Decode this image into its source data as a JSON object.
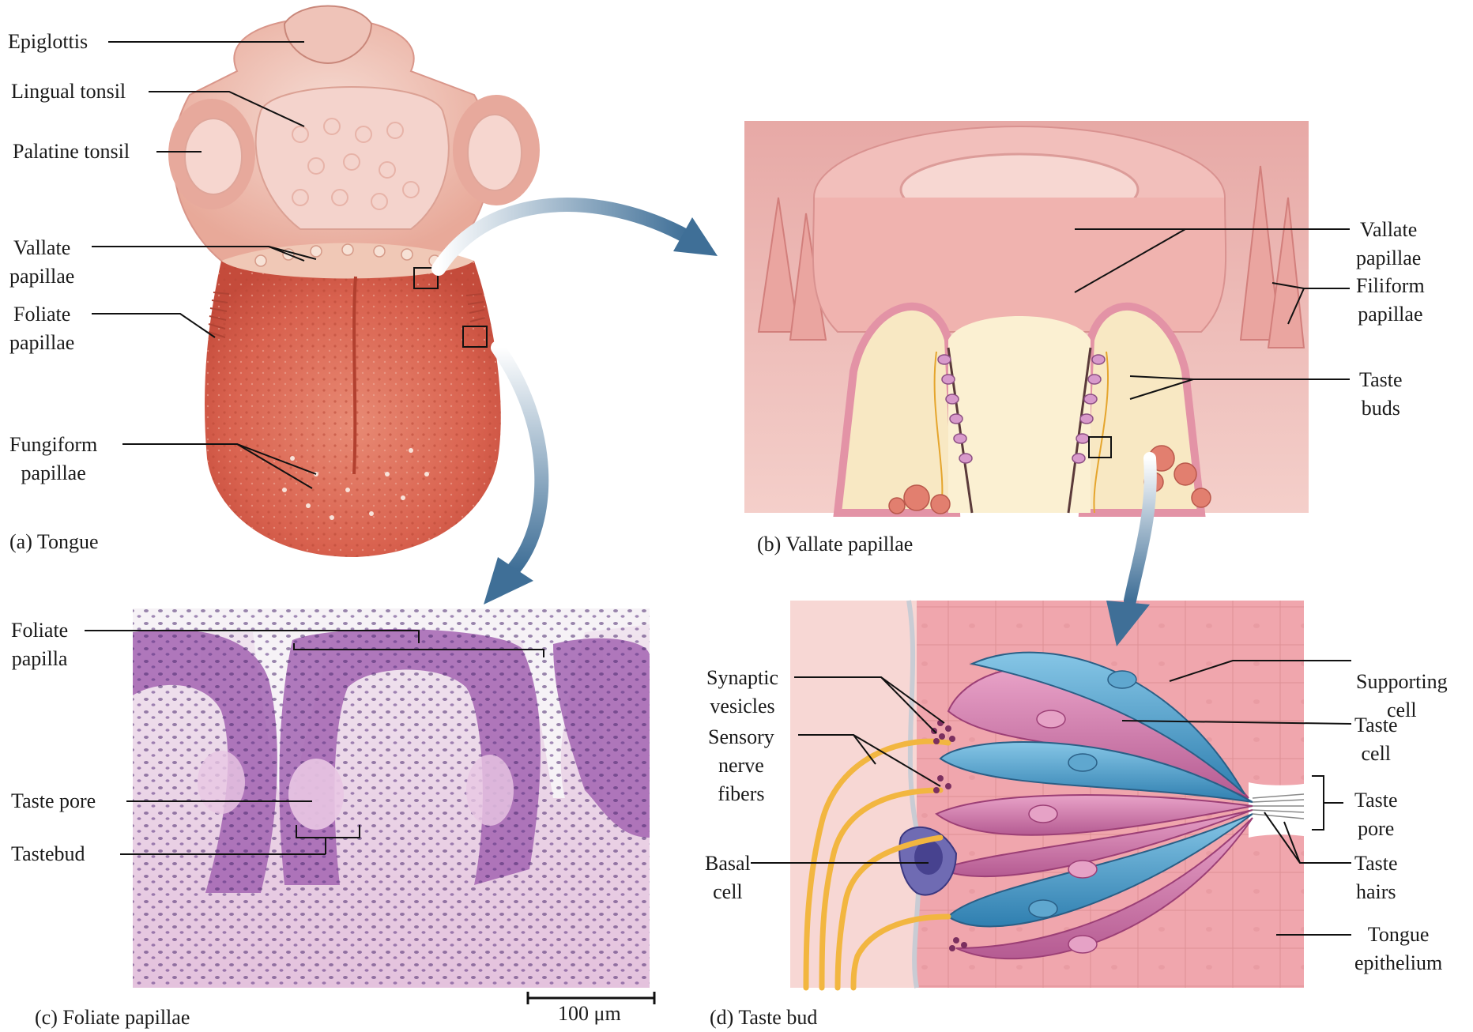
{
  "panels": {
    "tongue": {
      "caption": "(a) Tongue",
      "labels": {
        "epiglottis": "Epiglottis",
        "lingual_tonsil": "Lingual tonsil",
        "palatine_tonsil": "Palatine tonsil",
        "vallate_papillae": "Vallate\npapillae",
        "foliate_papillae": "Foliate\npapillae",
        "fungiform_papillae": "Fungiform\npapillae"
      }
    },
    "vallate": {
      "caption": "(b) Vallate papillae",
      "labels": {
        "vallate_papillae": "Vallate\npapillae",
        "filiform_papillae": "Filiform\npapillae",
        "taste_buds": "Taste\nbuds"
      }
    },
    "foliate": {
      "caption": "(c) Foliate papillae",
      "labels": {
        "foliate_papilla": "Foliate\npapilla",
        "taste_pore": "Taste pore",
        "tastebud": "Tastebud"
      },
      "scale_bar": "100 μm"
    },
    "taste_bud": {
      "caption": "(d) Taste bud",
      "labels": {
        "synaptic_vesicles": "Synaptic\nvesicles",
        "sensory_nerve_fibers": "Sensory\nnerve\nfibers",
        "basal_cell": "Basal\ncell",
        "supporting_cell": "Supporting\ncell",
        "taste_cell": "Taste\ncell",
        "taste_pore": "Taste\npore",
        "taste_hairs": "Taste\nhairs",
        "tongue_epithelium": "Tongue\nepithelium"
      }
    }
  },
  "colors": {
    "tongue_red": "#d9624f",
    "tongue_pink": "#f2b7a6",
    "tonsil": "#f6d6cf",
    "histo_purple": "#8a4f9e",
    "histo_pink": "#e9c7e3",
    "supporting_blue": "#4e9bc4",
    "taste_cell_magenta": "#c86aa0",
    "nerve_yellow": "#f2b640",
    "arrow_blue": "#3f6f97",
    "leader": "#111111"
  }
}
